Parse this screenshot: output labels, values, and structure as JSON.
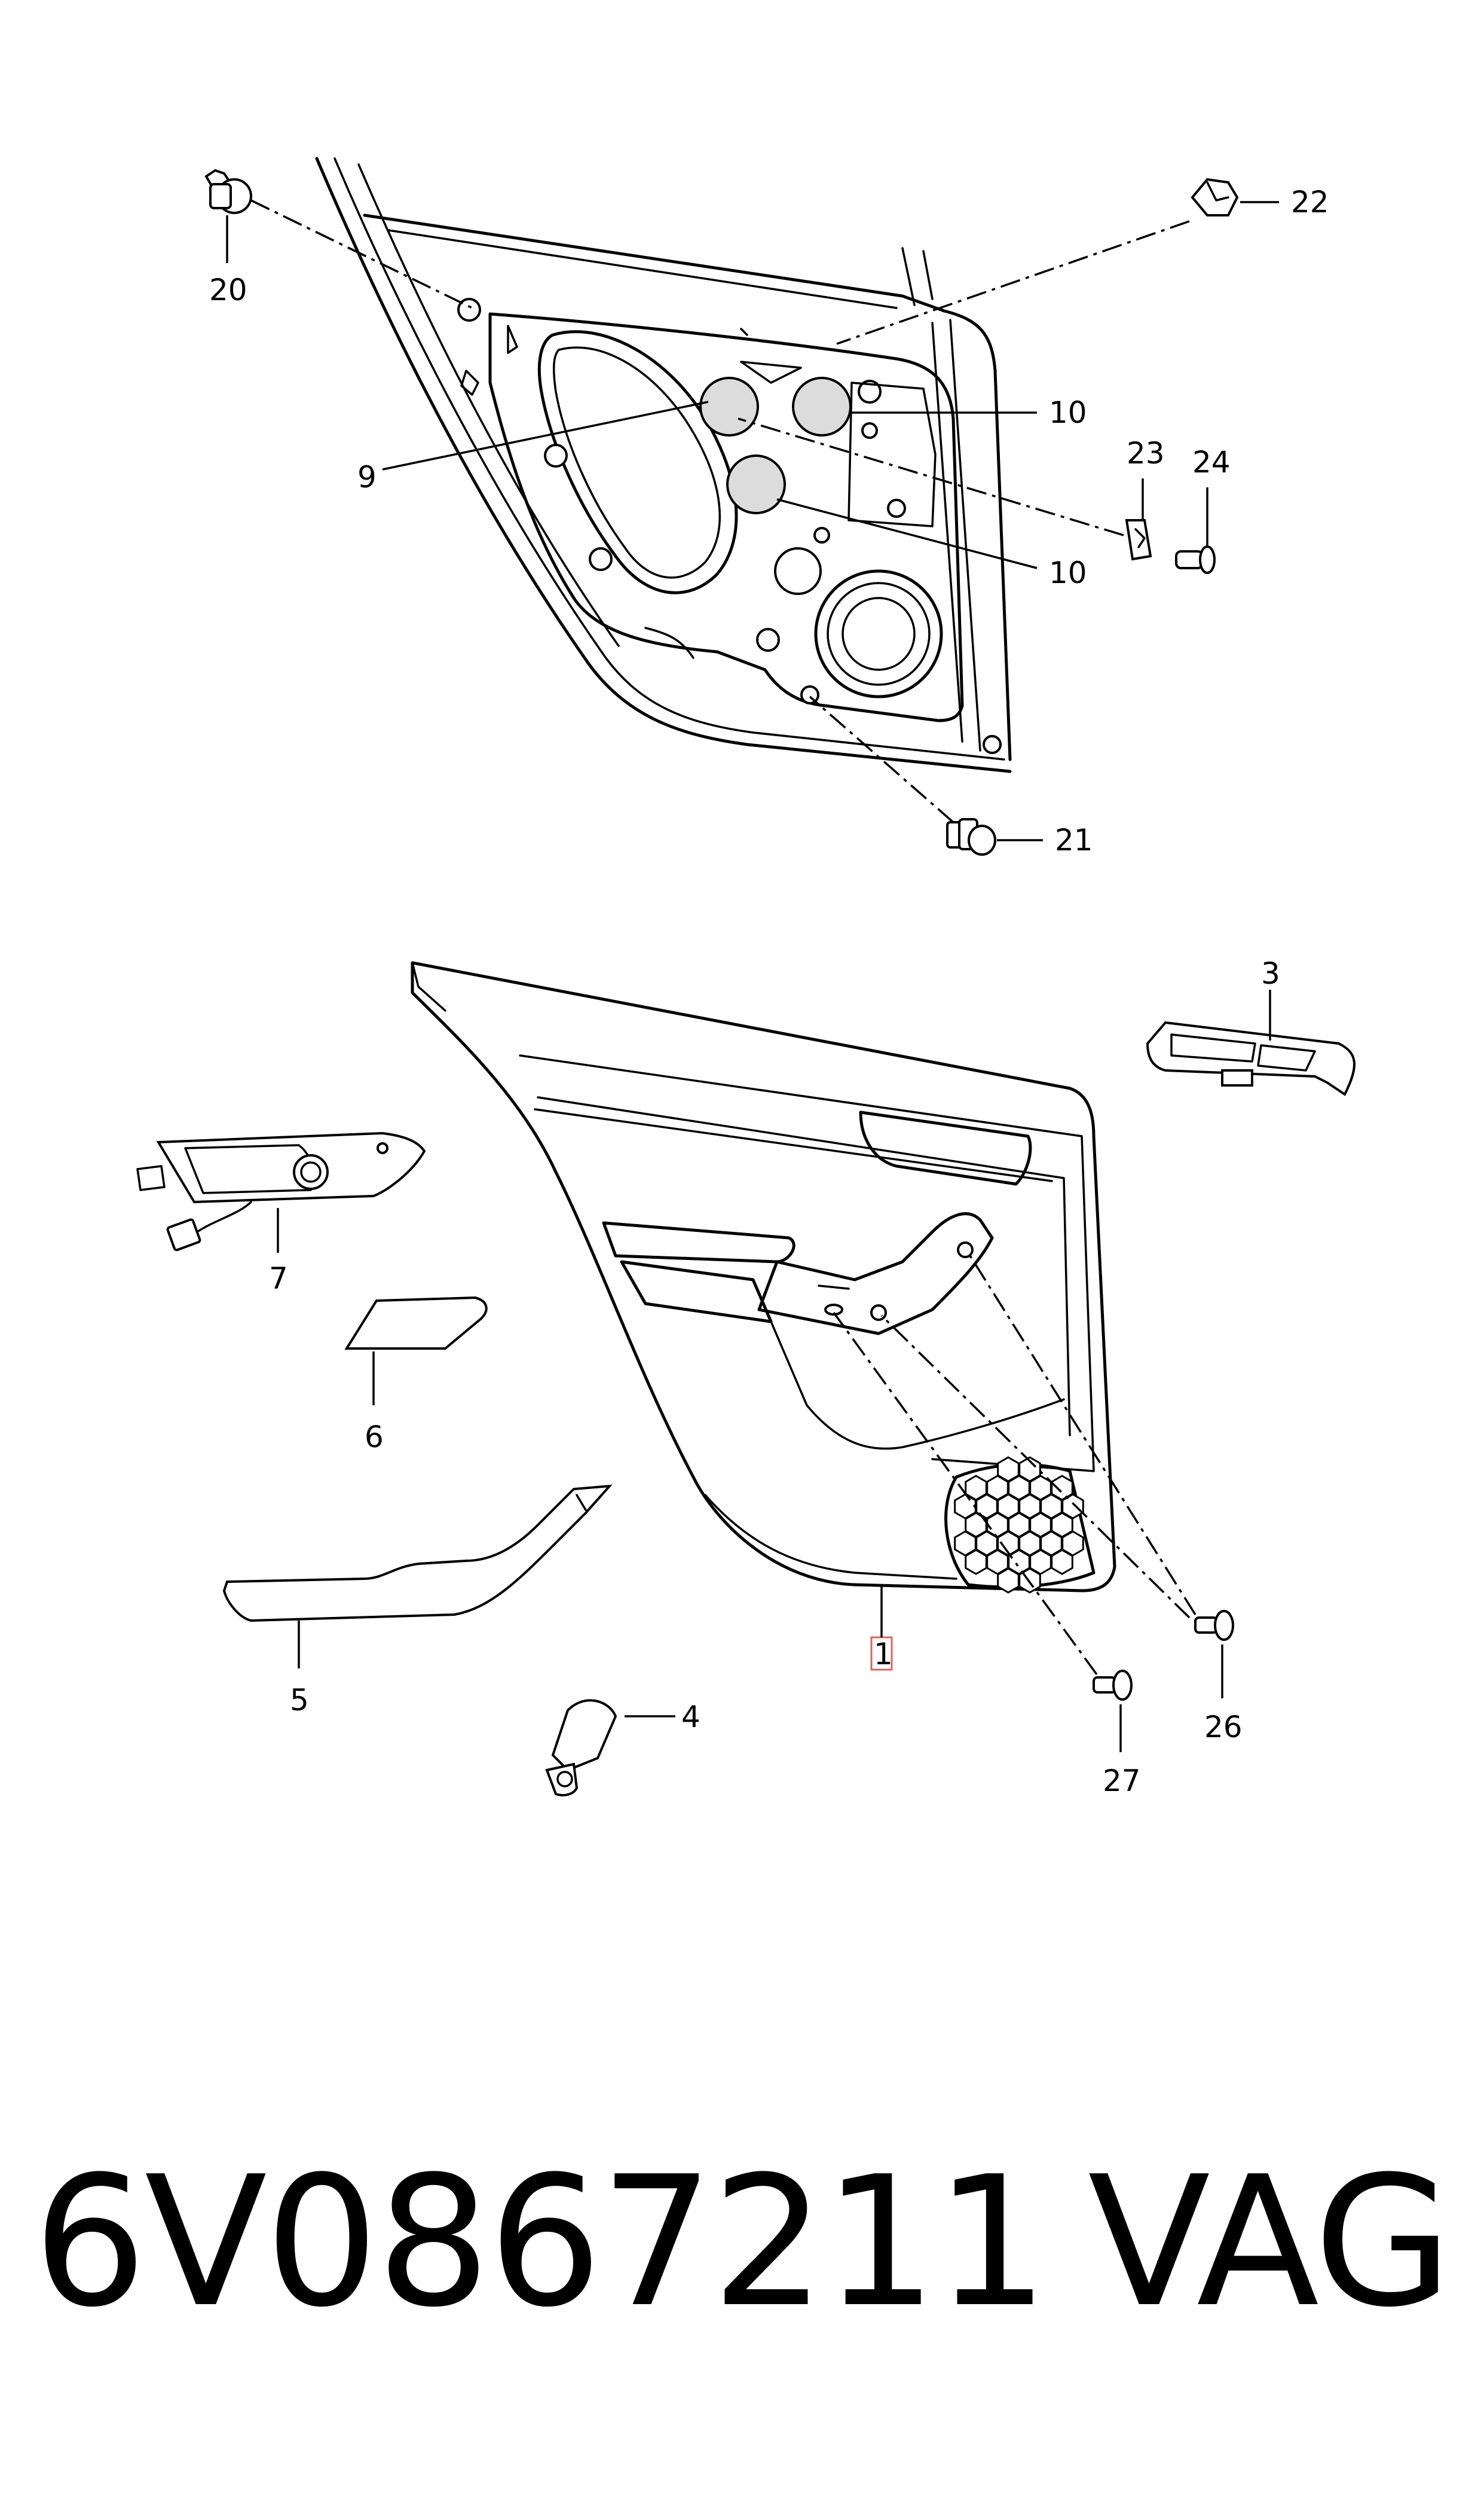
{
  "diagram": {
    "callouts": {
      "c1": "1",
      "c3": "3",
      "c4": "4",
      "c5": "5",
      "c6": "6",
      "c7": "7",
      "c9": "9",
      "c10a": "10",
      "c10b": "10",
      "c20": "20",
      "c21": "21",
      "c22": "22",
      "c23": "23",
      "c24": "24",
      "c26": "26",
      "c27": "27"
    },
    "highlight_color": "#e06060"
  },
  "footer": {
    "part_number": "6V0867211",
    "brand": "VAG"
  }
}
